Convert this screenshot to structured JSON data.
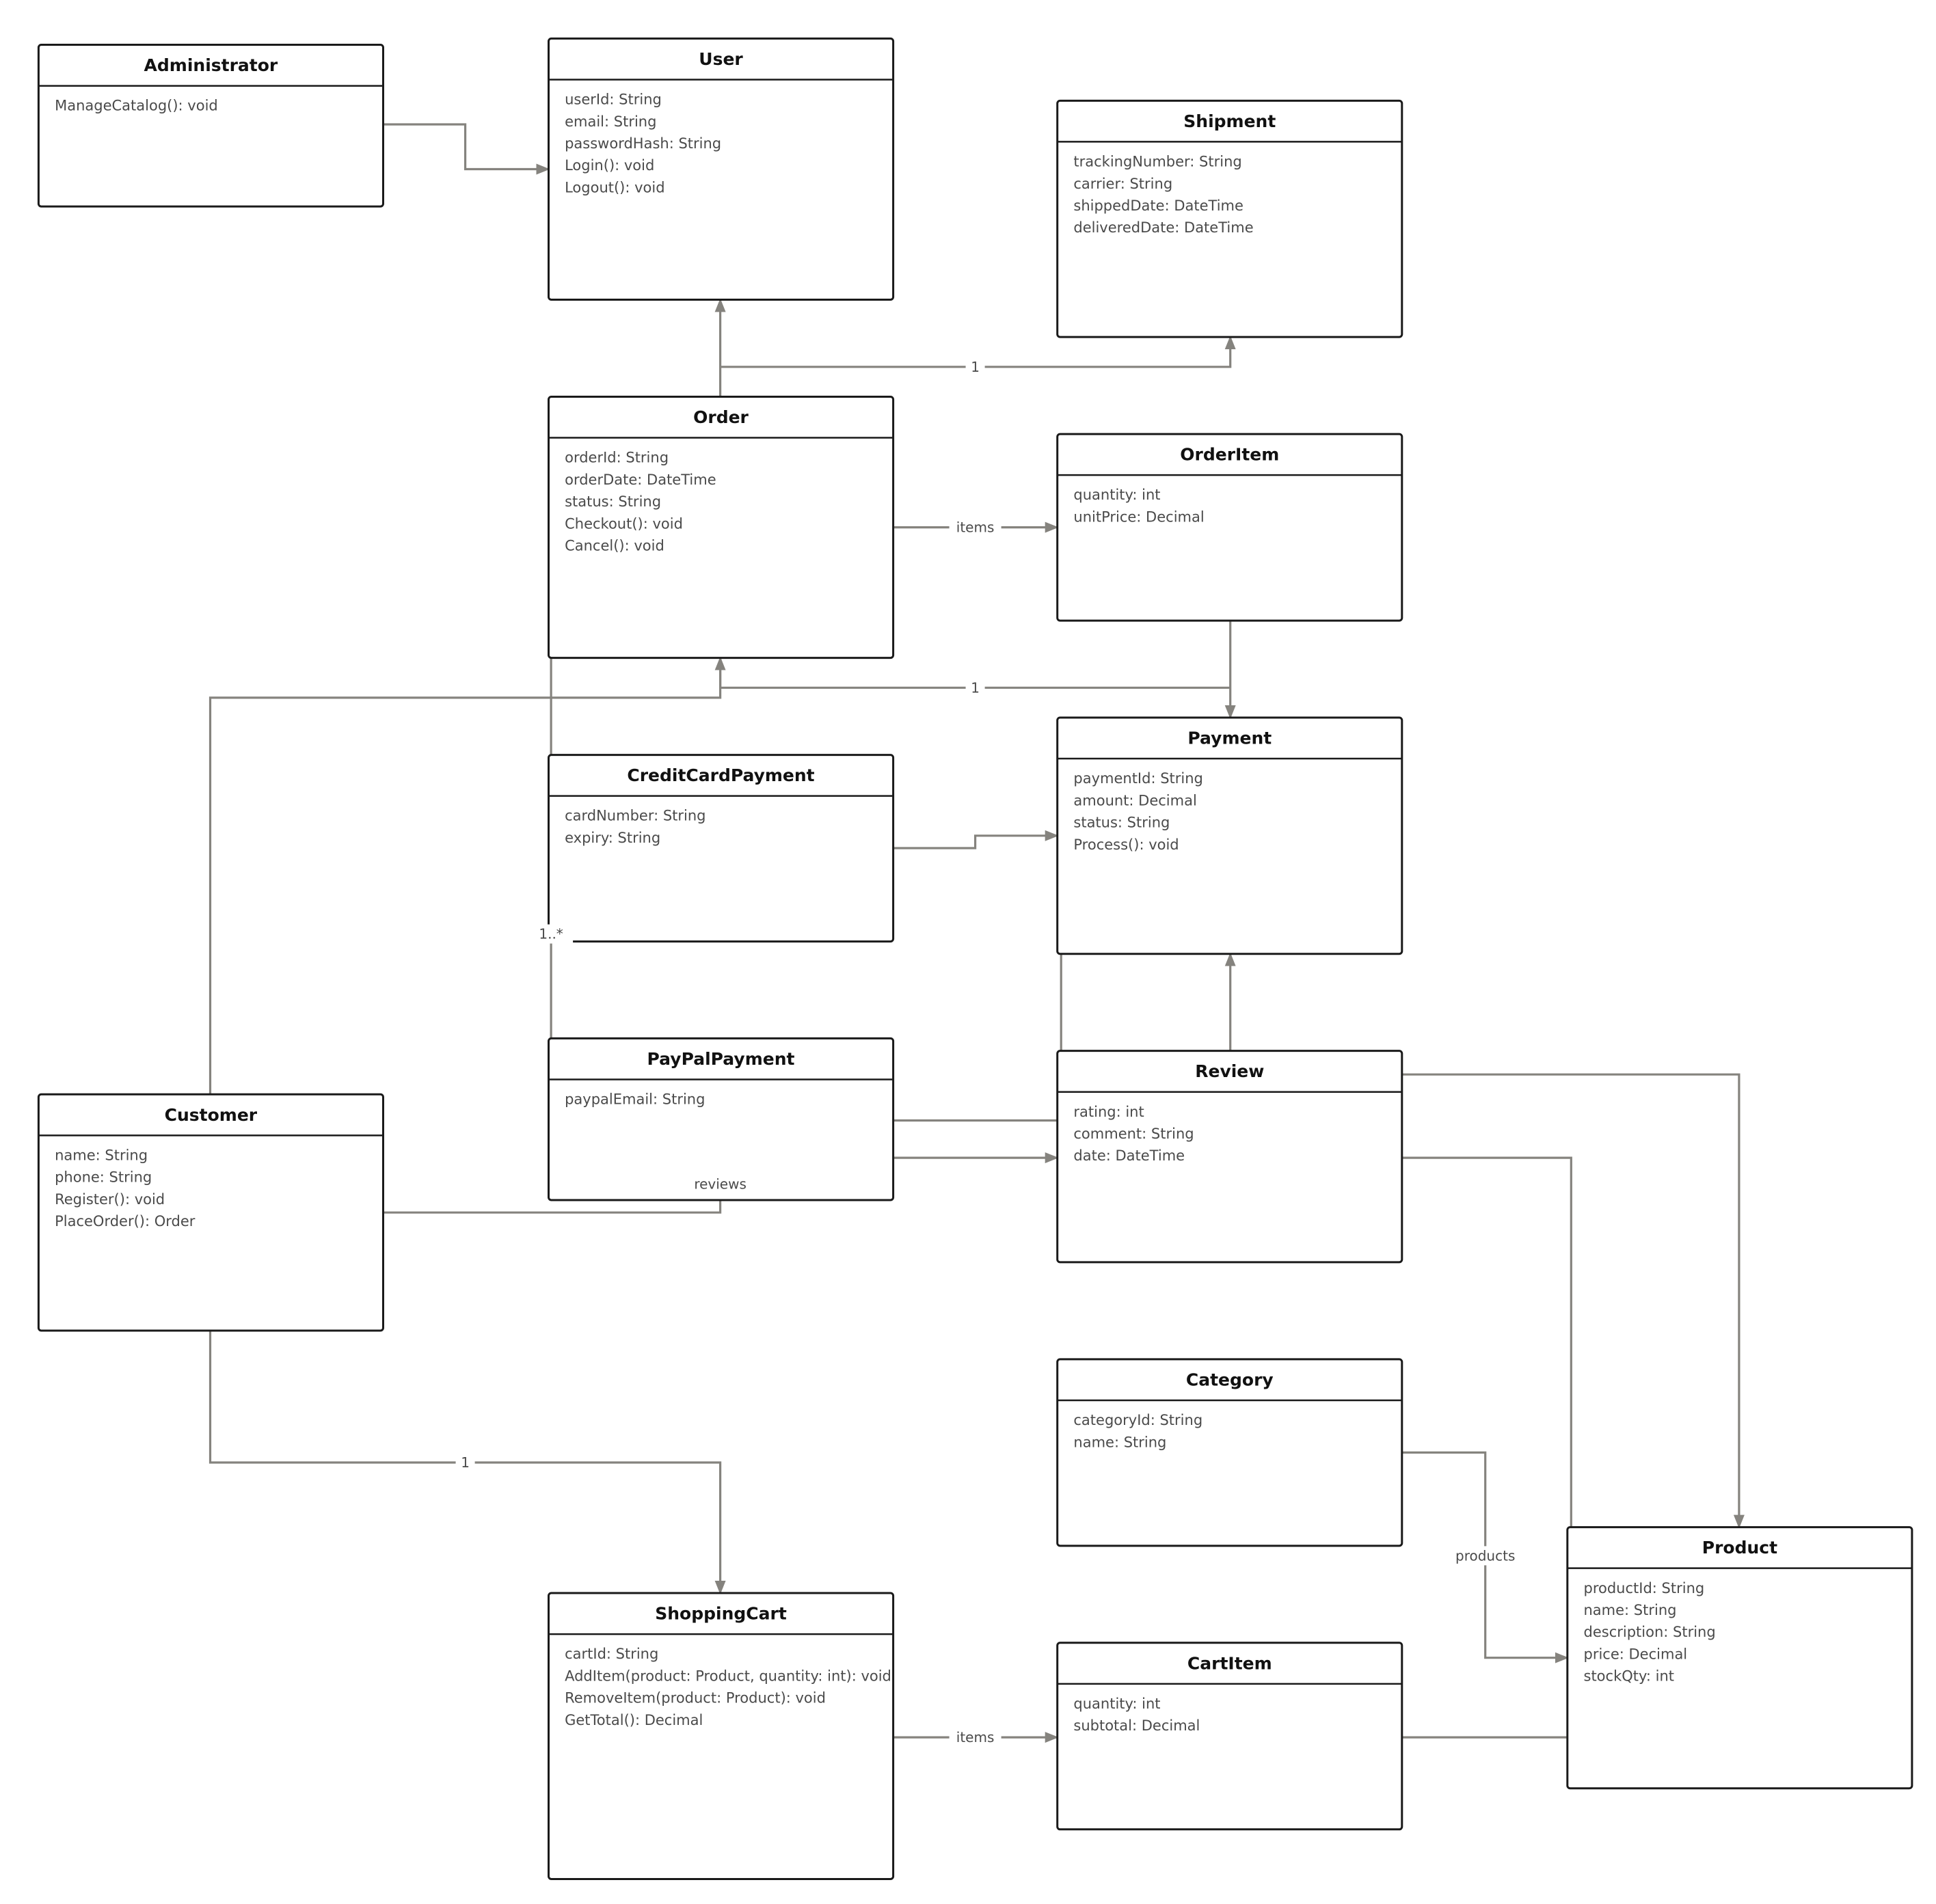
{
  "colors": {
    "line": "#85837e",
    "border": "#1a1a1a",
    "title": "#111111",
    "text": "#4a4a4a"
  },
  "classes": [
    {
      "id": "Administrator",
      "name": "Administrator",
      "members": [
        "ManageCatalog(): void"
      ]
    },
    {
      "id": "User",
      "name": "User",
      "members": [
        "userId: String",
        "email: String",
        "passwordHash: String",
        "Login(): void",
        "Logout(): void"
      ]
    },
    {
      "id": "Shipment",
      "name": "Shipment",
      "members": [
        "trackingNumber: String",
        "carrier: String",
        "shippedDate: DateTime",
        "deliveredDate: DateTime"
      ]
    },
    {
      "id": "Order",
      "name": "Order",
      "members": [
        "orderId: String",
        "orderDate: DateTime",
        "status: String",
        "Checkout(): void",
        "Cancel(): void"
      ]
    },
    {
      "id": "OrderItem",
      "name": "OrderItem",
      "members": [
        "quantity: int",
        "unitPrice: Decimal"
      ]
    },
    {
      "id": "CreditCardPayment",
      "name": "CreditCardPayment",
      "members": [
        "cardNumber: String",
        "expiry: String"
      ]
    },
    {
      "id": "Payment",
      "name": "Payment",
      "members": [
        "paymentId: String",
        "amount: Decimal",
        "status: String",
        "Process(): void"
      ]
    },
    {
      "id": "PayPalPayment",
      "name": "PayPalPayment",
      "members": [
        "paypalEmail: String"
      ]
    },
    {
      "id": "Review",
      "name": "Review",
      "members": [
        "rating: int",
        "comment: String",
        "date: DateTime"
      ]
    },
    {
      "id": "Customer",
      "name": "Customer",
      "members": [
        "name: String",
        "phone: String",
        "Register(): void",
        "PlaceOrder(): Order"
      ]
    },
    {
      "id": "Category",
      "name": "Category",
      "members": [
        "categoryId: String",
        "name: String"
      ]
    },
    {
      "id": "Product",
      "name": "Product",
      "members": [
        "productId: String",
        "name: String",
        "description: String",
        "price: Decimal",
        "stockQty: int"
      ]
    },
    {
      "id": "ShoppingCart",
      "name": "ShoppingCart",
      "members": [
        "cartId: String",
        "AddItem(product: Product, quantity: int): void",
        "RemoveItem(product: Product): void",
        "GetTotal(): Decimal"
      ]
    },
    {
      "id": "CartItem",
      "name": "CartItem",
      "members": [
        "quantity: int",
        "subtotal: Decimal"
      ]
    }
  ],
  "relations": [
    {
      "id": "admin-user",
      "from": "Administrator",
      "to": "User",
      "label": ""
    },
    {
      "id": "order-user",
      "from": "Order",
      "to": "User",
      "label": ""
    },
    {
      "id": "order-shipment",
      "from": "Order",
      "to": "Shipment",
      "label": "1"
    },
    {
      "id": "order-orderitem",
      "from": "Order",
      "to": "OrderItem",
      "label": "items"
    },
    {
      "id": "orderitem-payment",
      "from": "OrderItem",
      "to": "Payment",
      "label": ""
    },
    {
      "id": "order-payment",
      "from": "Order",
      "to": "Payment",
      "label": "1"
    },
    {
      "id": "customer-order",
      "from": "Customer",
      "to": "Order",
      "label": ""
    },
    {
      "id": "creditcard-payment",
      "from": "CreditCardPayment",
      "to": "Payment",
      "label": ""
    },
    {
      "id": "order-paypal",
      "from": "Order",
      "to": "PayPalPayment",
      "label": "1..*"
    },
    {
      "id": "review-payment",
      "from": "Review",
      "to": "Payment",
      "label": ""
    },
    {
      "id": "payment-review",
      "from": "Payment",
      "to": "Review",
      "label": ""
    },
    {
      "id": "paypal-review",
      "from": "PayPalPayment",
      "to": "Review",
      "label": ""
    },
    {
      "id": "paypal-review-arrow",
      "from": "PayPalPayment",
      "to": "Review",
      "label": ""
    },
    {
      "id": "customer-reviews",
      "from": "Customer",
      "to": "PayPalPayment",
      "label": "reviews"
    },
    {
      "id": "review-product-top",
      "from": "Review",
      "to": "Product",
      "label": ""
    },
    {
      "id": "review-product",
      "from": "Review",
      "to": "Product",
      "label": ""
    },
    {
      "id": "category-product",
      "from": "Category",
      "to": "Product",
      "label": "products"
    },
    {
      "id": "customer-cart",
      "from": "Customer",
      "to": "ShoppingCart",
      "label": "1"
    },
    {
      "id": "cart-cartitem",
      "from": "ShoppingCart",
      "to": "CartItem",
      "label": "items"
    },
    {
      "id": "cartitem-product",
      "from": "CartItem",
      "to": "Product",
      "label": ""
    }
  ]
}
